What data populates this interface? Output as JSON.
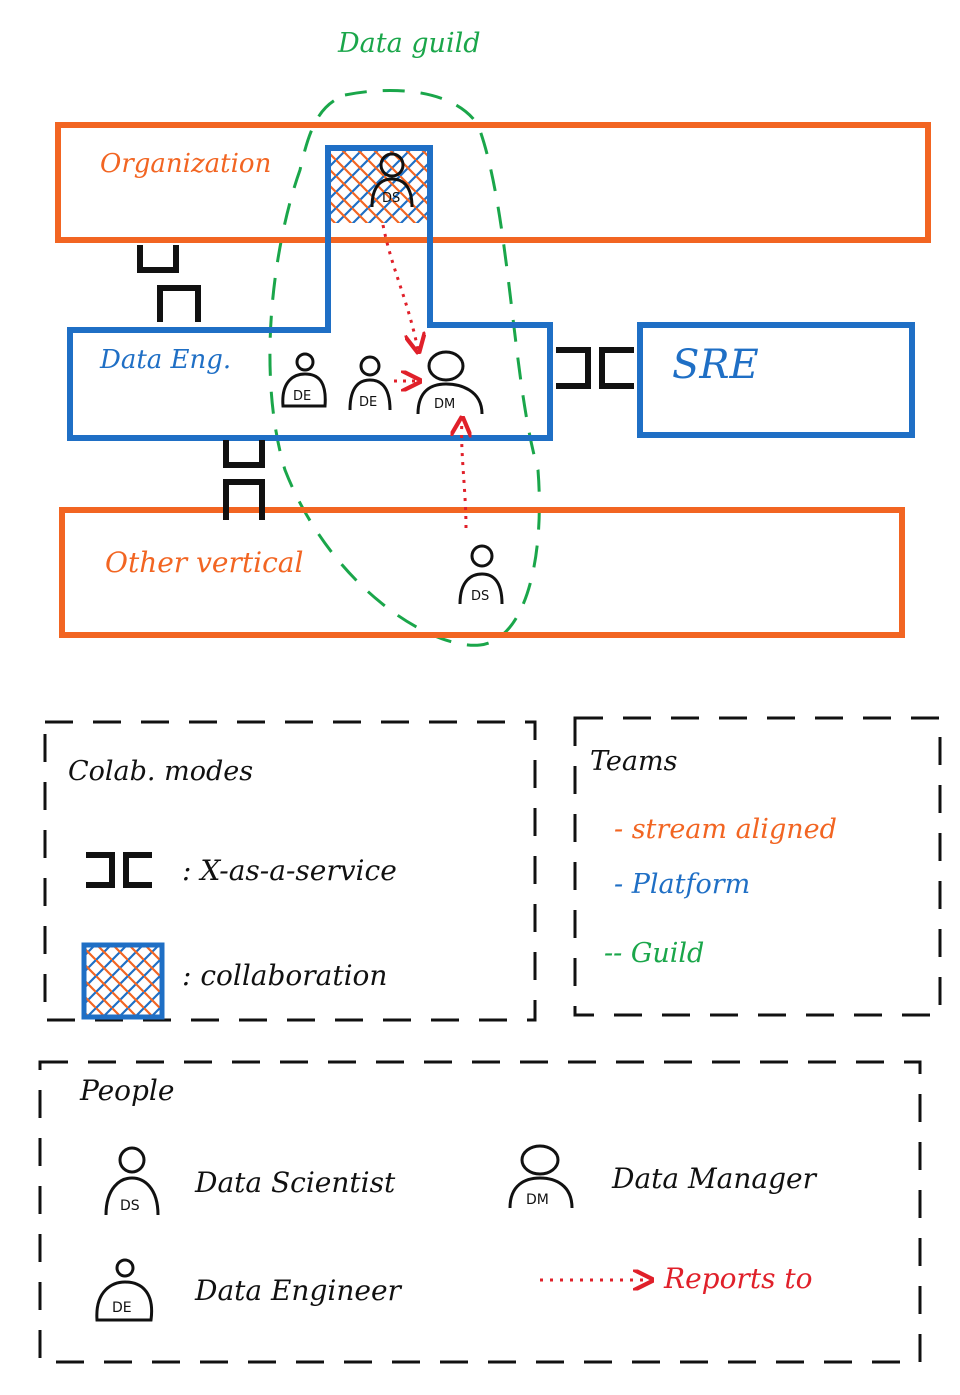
{
  "colors": {
    "stream_aligned": "#f26522",
    "platform": "#1f6fc5",
    "guild": "#1aa64a",
    "reports": "#e0202a",
    "ink": "#111111"
  },
  "guild": {
    "title": "Data guild"
  },
  "teams": {
    "organization": "Organization",
    "data_eng": "Data Eng.",
    "sre": "SRE",
    "other_vertical": "Other vertical"
  },
  "people_badges": {
    "ds": "DS",
    "de": "DE",
    "dm": "DM"
  },
  "legend_collab": {
    "title": "Colab. modes",
    "service_label": ": X-as-a-service",
    "collab_label": ": collaboration"
  },
  "legend_teams": {
    "title": "Teams",
    "stream_aligned": "- stream aligned",
    "platform": "- Platform",
    "guild": "-- Guild"
  },
  "legend_people": {
    "title": "People",
    "data_scientist": "Data Scientist",
    "data_manager": "Data Manager",
    "data_engineer": "Data Engineer",
    "reports_to": "Reports to"
  }
}
